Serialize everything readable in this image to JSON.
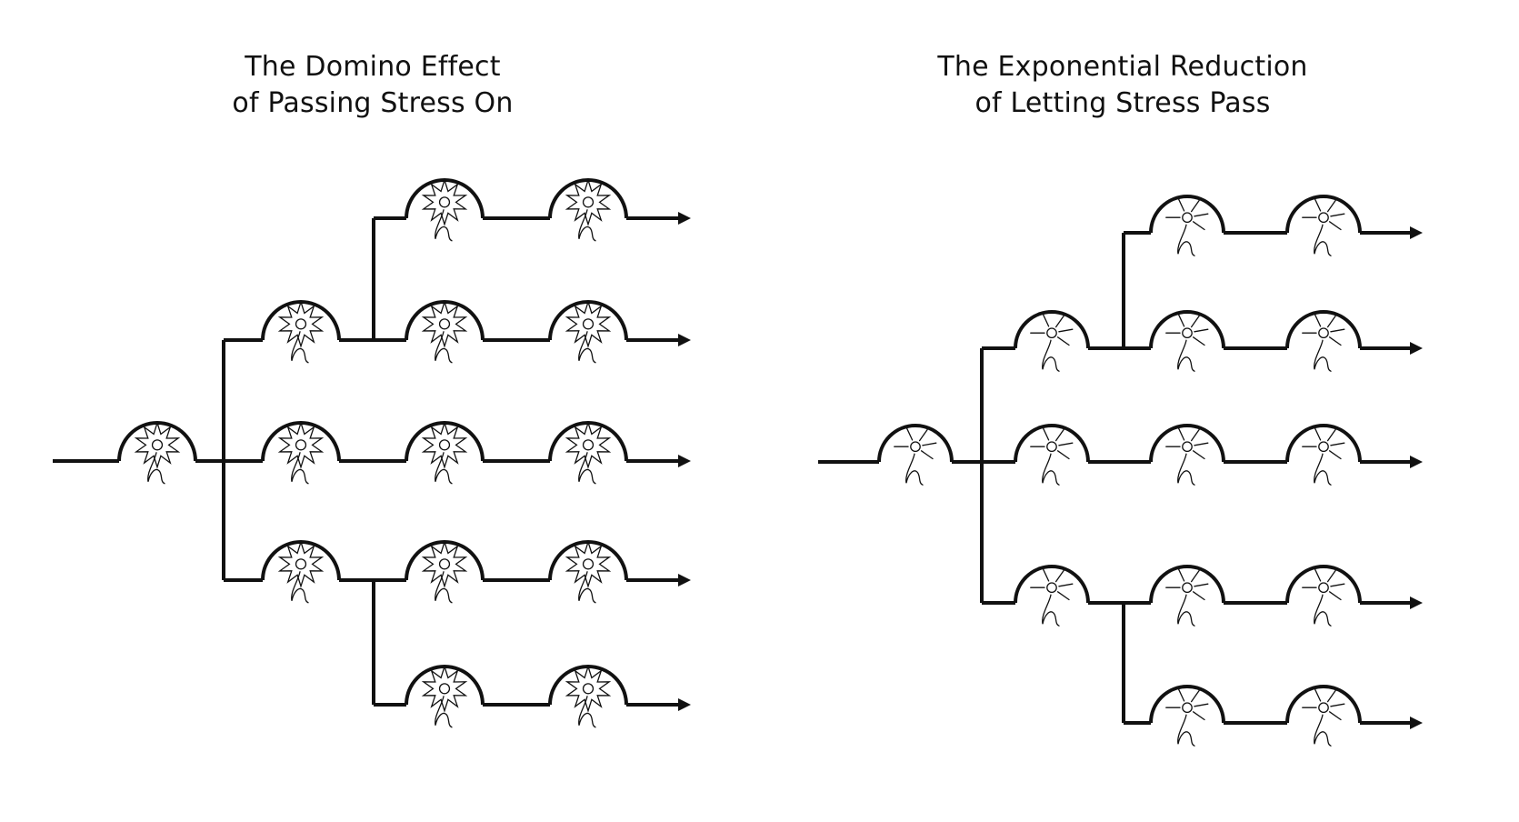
{
  "left_panel": {
    "title_line1": "The Domino Effect",
    "title_line2": "of Passing Stress On"
  },
  "right_panel": {
    "title_line1": "The Exponential Reduction",
    "title_line2": "of Letting Stress Pass"
  },
  "colors": {
    "line": "#111111",
    "background": "#ffffff"
  }
}
